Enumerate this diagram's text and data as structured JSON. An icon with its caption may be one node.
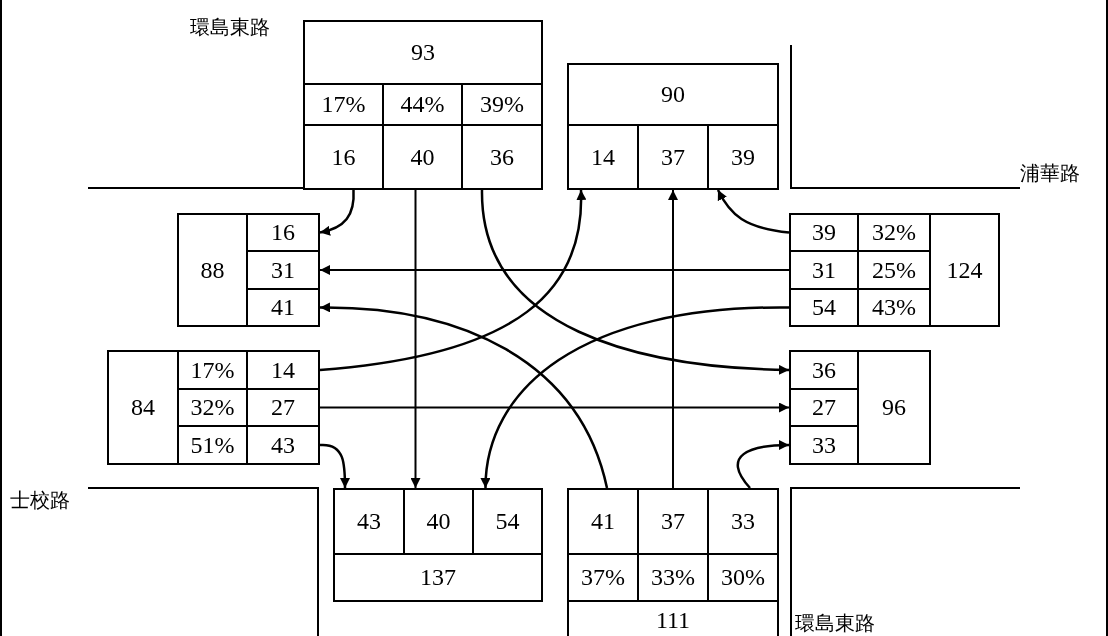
{
  "diagram": {
    "nodes": [
      {
        "text": [
          "93"
        ]
      },
      {
        "text": [
          "17%"
        ]
      },
      {
        "text": [
          "44%"
        ]
      },
      {
        "text": [
          "39%"
        ]
      },
      {
        "text": [
          "16"
        ]
      },
      {
        "text": [
          "40"
        ]
      },
      {
        "text": [
          "36"
        ]
      },
      {
        "text": [
          "90"
        ]
      },
      {
        "text": [
          "14"
        ]
      },
      {
        "text": [
          "37"
        ]
      },
      {
        "text": [
          "39"
        ]
      },
      {
        "text": [
          "88"
        ]
      },
      {
        "text": [
          "16"
        ]
      },
      {
        "text": [
          "31"
        ]
      },
      {
        "text": [
          "41"
        ]
      },
      {
        "text": [
          "39"
        ]
      },
      {
        "text": [
          "32%"
        ]
      },
      {
        "text": [
          "31"
        ]
      },
      {
        "text": [
          "25%"
        ]
      },
      {
        "text": [
          "54"
        ]
      },
      {
        "text": [
          "43%"
        ]
      },
      {
        "text": [
          "124"
        ]
      },
      {
        "text": [
          "84"
        ]
      },
      {
        "text": [
          "17%"
        ]
      },
      {
        "text": [
          "14"
        ]
      },
      {
        "text": [
          "32%"
        ]
      },
      {
        "text": [
          "27"
        ]
      },
      {
        "text": [
          "51%"
        ]
      },
      {
        "text": [
          "43"
        ]
      },
      {
        "text": [
          "36"
        ]
      },
      {
        "text": [
          "27"
        ]
      },
      {
        "text": [
          "33"
        ]
      },
      {
        "text": [
          "96"
        ]
      },
      {
        "text": [
          "43"
        ]
      },
      {
        "text": [
          "40"
        ]
      },
      {
        "text": [
          "54"
        ]
      },
      {
        "text": [
          "137"
        ]
      },
      {
        "text": [
          "41"
        ]
      },
      {
        "text": [
          "37"
        ]
      },
      {
        "text": [
          "33"
        ]
      },
      {
        "text": [
          "37%"
        ]
      },
      {
        "text": [
          "33%"
        ]
      },
      {
        "text": [
          "30%"
        ]
      },
      {
        "text": [
          "111"
        ]
      }
    ],
    "edges": [
      {
        "from": 4,
        "to": 12,
        "arrow": "to"
      },
      {
        "from": 5,
        "to": 34,
        "arrow": "to"
      },
      {
        "from": 6,
        "to": 29,
        "arrow": "to"
      },
      {
        "from": 15,
        "to": 10,
        "arrow": "to"
      },
      {
        "from": 17,
        "to": 13,
        "arrow": "to"
      },
      {
        "from": 19,
        "to": 35,
        "arrow": "to"
      },
      {
        "from": 24,
        "to": 8,
        "arrow": "to"
      },
      {
        "from": 26,
        "to": 30,
        "arrow": "to"
      },
      {
        "from": 28,
        "to": 33,
        "arrow": "to"
      },
      {
        "from": 37,
        "to": 14,
        "arrow": "to"
      },
      {
        "from": 38,
        "to": 9,
        "arrow": "to"
      },
      {
        "from": 39,
        "to": 31,
        "arrow": "to"
      }
    ],
    "labels": [
      "環島東路",
      "浦華路",
      "士校路",
      "環島東路"
    ]
  }
}
